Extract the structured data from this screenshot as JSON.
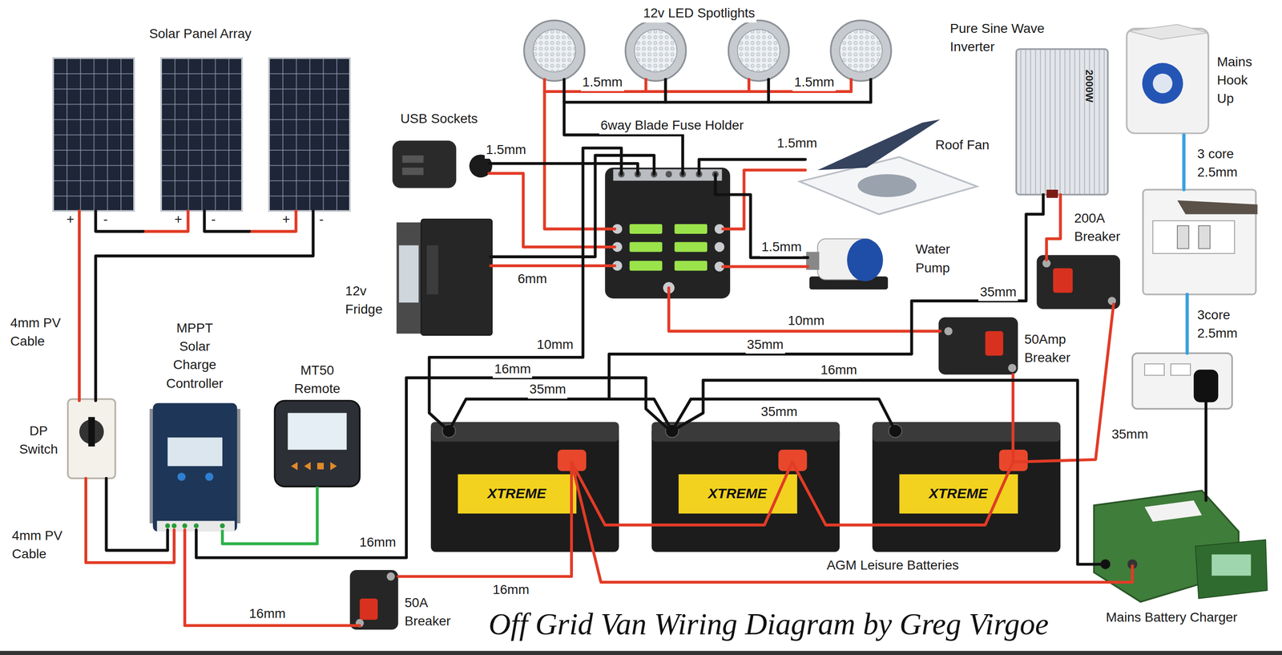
{
  "diagram": {
    "title": "Off Grid Van Wiring Diagram by Greg Virgoe",
    "labels": [
      "12v LED Spotlights",
      "Solar Panel Array",
      "Pure Sine Wave Inverter",
      "2000W",
      "Mains Hook Up",
      "1.5mm",
      "1.5mm",
      "USB Sockets",
      "6way Blade Fuse Holder",
      "1.5mm",
      "Roof Fan",
      "1.5mm",
      "3 core 2.5mm",
      "+",
      "-",
      "+",
      "-",
      "+",
      "-",
      "200A Breaker",
      "1.5mm",
      "Water Pump",
      "6mm",
      "35mm",
      "12v Fridge",
      "10mm",
      "3core 2.5mm",
      "4mm PV Cable",
      "MPPT Solar Charge Controller",
      "10mm",
      "35mm",
      "50Amp Breaker",
      "16mm",
      "16mm",
      "MT50 Remote",
      "35mm",
      "35mm",
      "35mm",
      "DP Switch",
      "XTREME",
      "XTREME",
      "XTREME",
      "16mm",
      "4mm PV Cable",
      "AGM Leisure Batteries",
      "16mm",
      "50A Breaker",
      "16mm",
      "Mains Battery Charger"
    ]
  }
}
